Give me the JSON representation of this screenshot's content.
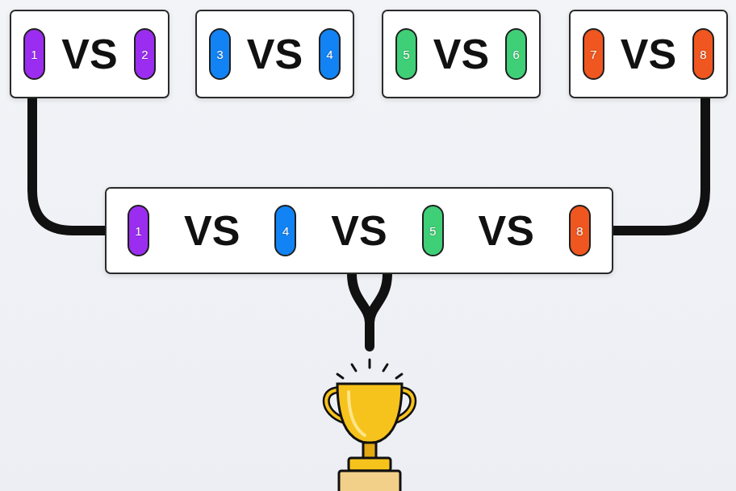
{
  "diagram": {
    "nodes": [
      {
        "text": [
          "VS"
        ]
      },
      {
        "text": [
          "1"
        ],
        "in": 0
      },
      {
        "text": [
          "2"
        ],
        "in": 0
      },
      {
        "text": [
          "VS"
        ]
      },
      {
        "text": [
          "3"
        ],
        "in": 3
      },
      {
        "text": [
          "4"
        ],
        "in": 3
      },
      {
        "text": [
          "VS"
        ]
      },
      {
        "text": [
          "5"
        ],
        "in": 6
      },
      {
        "text": [
          "6"
        ],
        "in": 6
      },
      {
        "text": [
          "VS"
        ]
      },
      {
        "text": [
          "7"
        ],
        "in": 9
      },
      {
        "text": [
          "8"
        ],
        "in": 9
      },
      {
        "text": [
          "VS",
          "VS",
          "VS"
        ]
      },
      {
        "text": [
          "1"
        ],
        "in": 12
      },
      {
        "text": [
          "4"
        ],
        "in": 12
      },
      {
        "text": [
          "5"
        ],
        "in": 12
      },
      {
        "text": [
          "8"
        ],
        "in": 12
      }
    ],
    "edges": [
      {
        "from": 0,
        "to": 12,
        "arrow": "none"
      },
      {
        "from": 9,
        "to": 12,
        "arrow": "none"
      }
    ]
  }
}
